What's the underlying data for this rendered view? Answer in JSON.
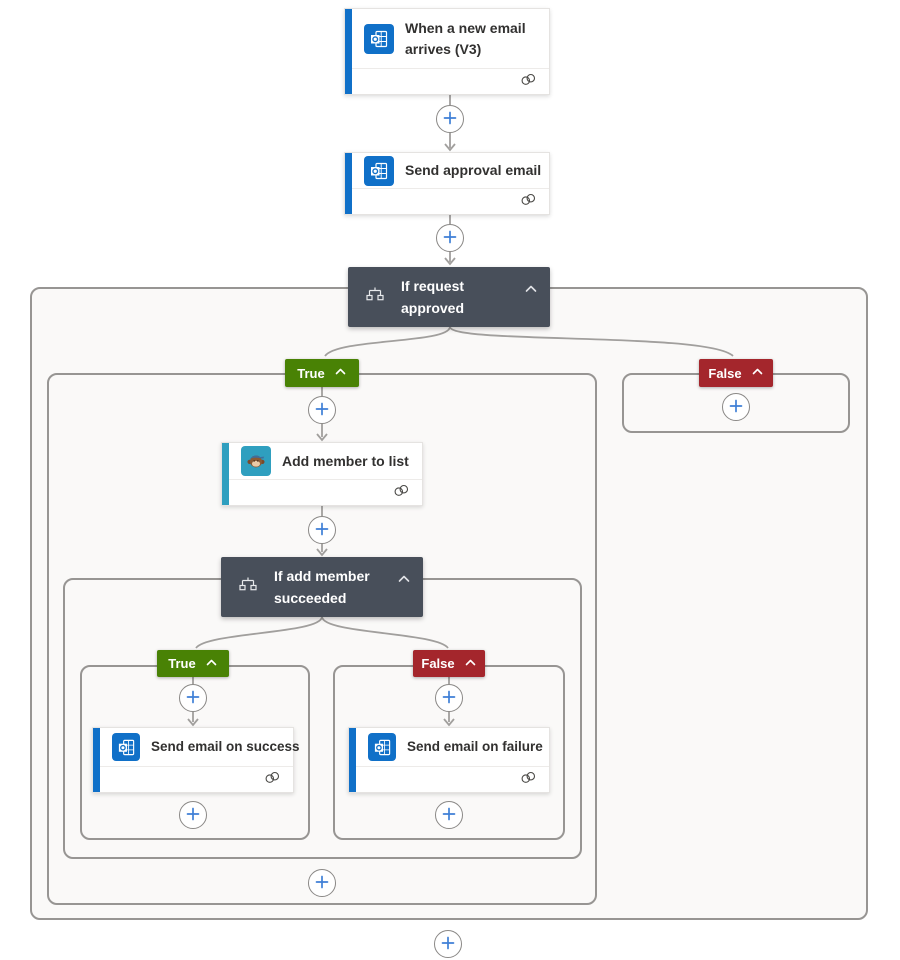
{
  "cards": {
    "trigger": {
      "title": "When a new email arrives (V3)",
      "connector": "outlook"
    },
    "send_approval": {
      "title": "Send approval email",
      "connector": "outlook"
    },
    "if_request_approved": {
      "title": "If request approved",
      "type": "condition"
    },
    "add_member": {
      "title": "Add member to list",
      "connector": "mailchimp"
    },
    "if_add_member_succeeded": {
      "title": "If add member succeeded",
      "type": "condition"
    },
    "send_email_success": {
      "title": "Send email on success",
      "connector": "outlook"
    },
    "send_email_failure": {
      "title": "Send email on failure",
      "connector": "outlook"
    }
  },
  "branch_labels": {
    "true": "True",
    "false": "False"
  },
  "icons": {
    "outlook": "outlook-connector-icon",
    "mailchimp": "mailchimp-connector-icon",
    "condition": "condition-icon",
    "connection": "connection-link-icon",
    "add": "plus-icon",
    "collapse": "chevron-up-icon"
  },
  "colors": {
    "true_badge": "#498205",
    "false_badge": "#a4262c",
    "condition_header": "#484f5a",
    "outlook_brand": "#1070c8",
    "mailchimp_brand": "#2f9fbf",
    "plus_icon_blue": "#3e7fd6",
    "connector_line": "#a19f9d",
    "scope_background": "#faf9f8"
  }
}
